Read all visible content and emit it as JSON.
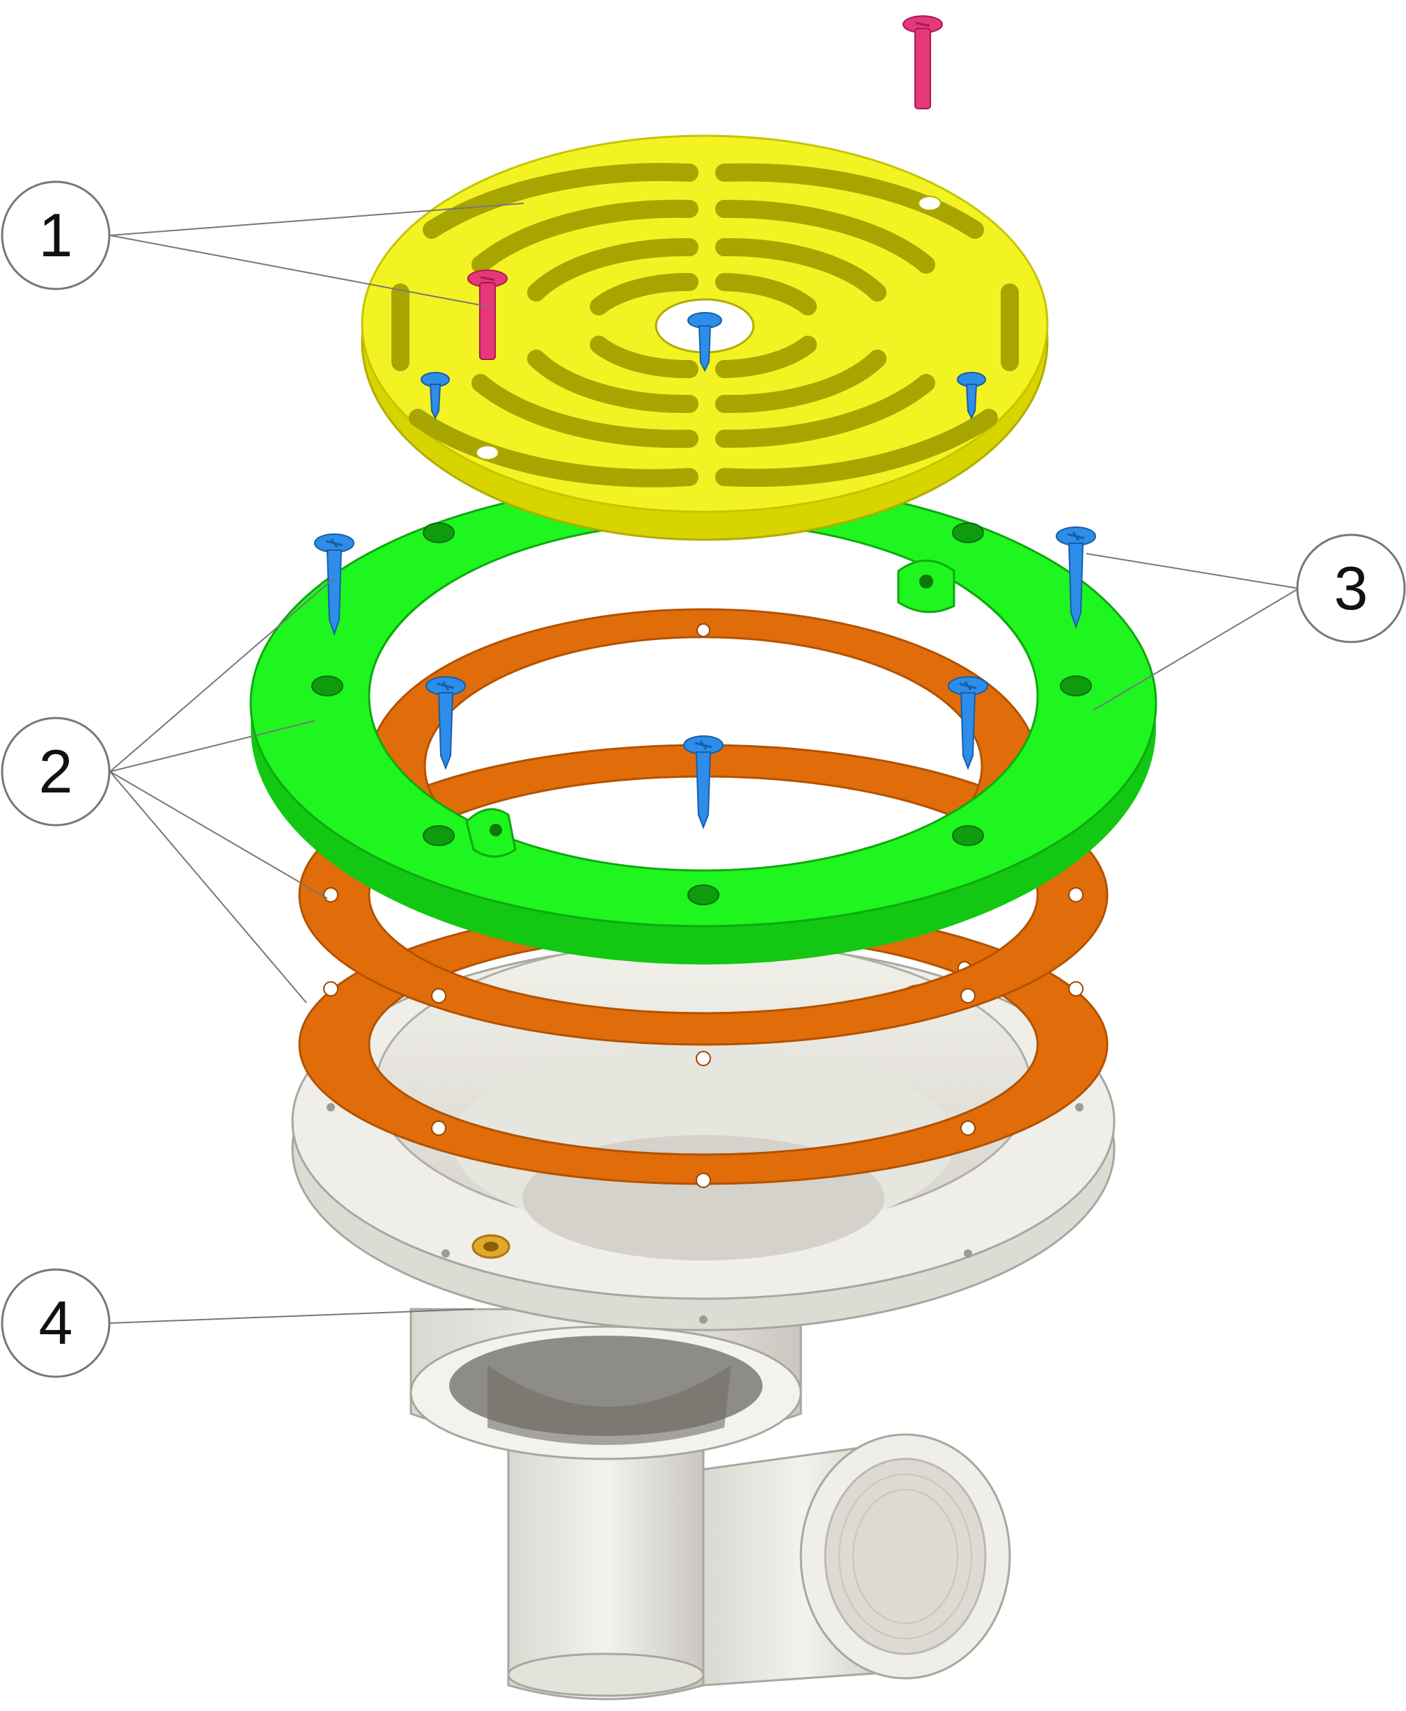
{
  "callouts": [
    {
      "label": "1",
      "part": "grate"
    },
    {
      "label": "2",
      "part": "gaskets"
    },
    {
      "label": "3",
      "part": "screws"
    },
    {
      "label": "4",
      "part": "drain-body"
    }
  ],
  "colors": {
    "grate": "#f3f323",
    "grate_edge": "#d8d400",
    "clamp_ring": "#1ff51f",
    "clamp_ring_edge": "#12c812",
    "gasket": "#e06d0a",
    "gasket_edge": "#b25200",
    "body": "#ecebe4",
    "body_shadow": "#8e8c86",
    "screw_blue": "#2e8de8",
    "screw_pink": "#e5387a",
    "brass_insert": "#e0a92c",
    "leader": "#777777"
  }
}
